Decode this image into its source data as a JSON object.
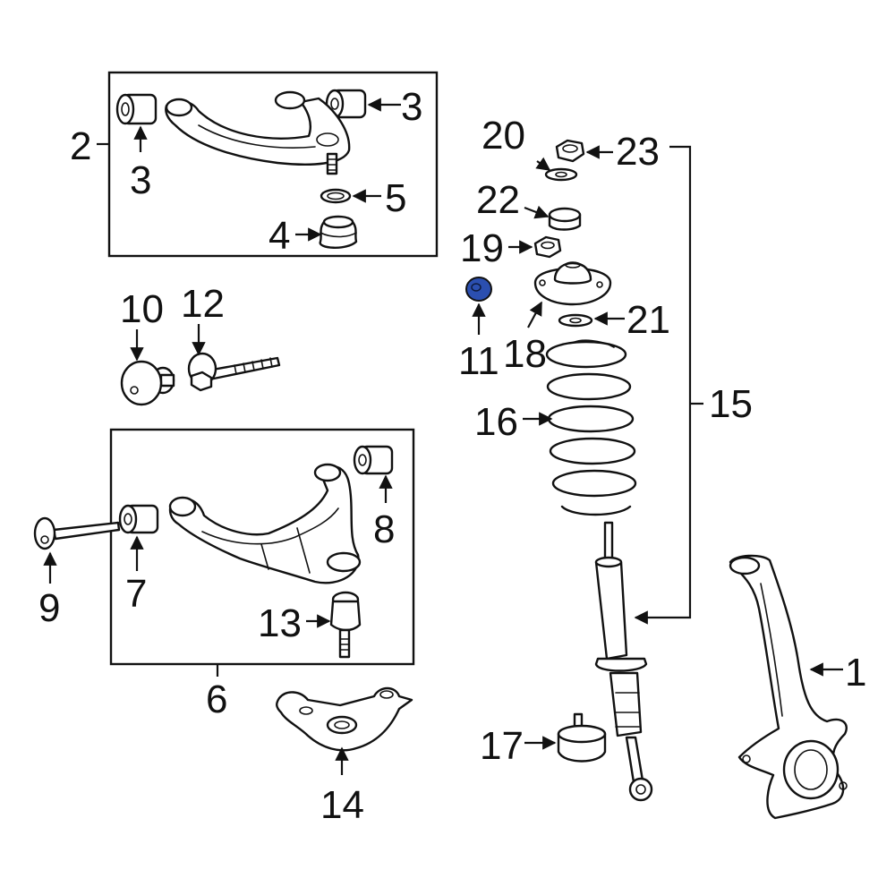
{
  "diagram": {
    "highlight_color": "#2b4fb0",
    "labels": {
      "l1": "1",
      "l2": "2",
      "l3a": "3",
      "l3b": "3",
      "l4": "4",
      "l5": "5",
      "l6": "6",
      "l7": "7",
      "l8": "8",
      "l9": "9",
      "l10": "10",
      "l11": "11",
      "l12": "12",
      "l13": "13",
      "l14": "14",
      "l15": "15",
      "l16": "16",
      "l17": "17",
      "l18": "18",
      "l19": "19",
      "l20": "20",
      "l21": "21",
      "l22": "22",
      "l23": "23"
    }
  }
}
